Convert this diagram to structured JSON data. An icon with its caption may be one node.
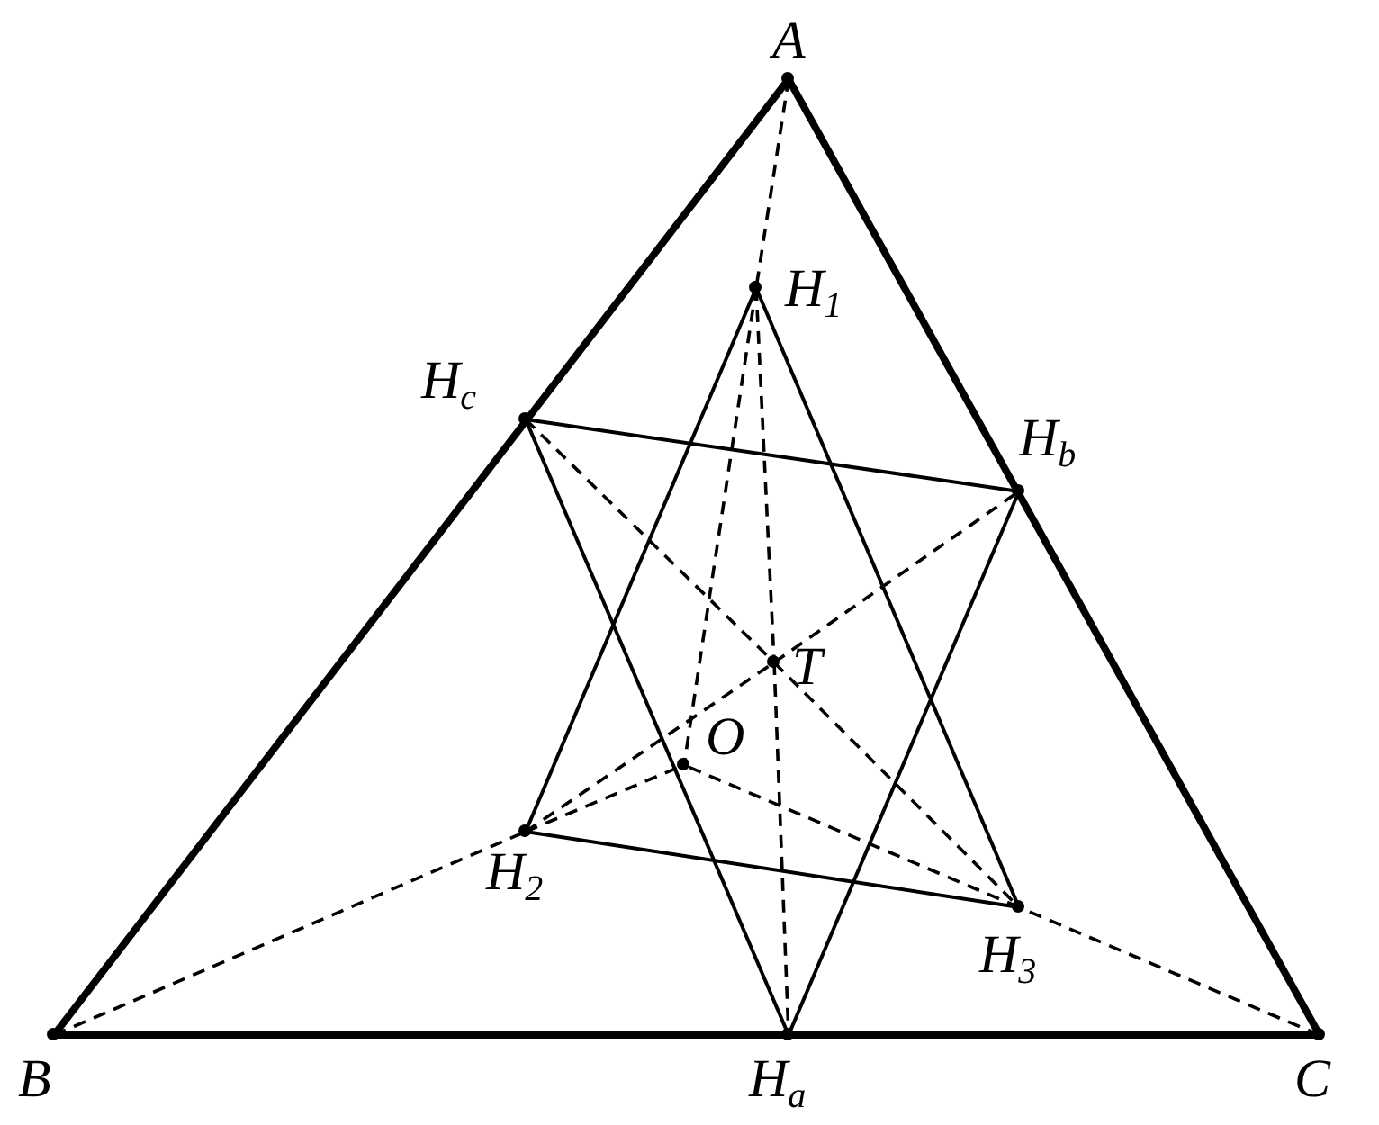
{
  "diagram": {
    "nodes": [
      {
        "text": [
          "A"
        ]
      },
      {
        "text": [
          "H$_{1}$"
        ]
      },
      {
        "text": [
          "H$_{c}$"
        ]
      },
      {
        "text": [
          "H$_{b}$"
        ]
      },
      {
        "text": [
          "T"
        ]
      },
      {
        "text": [
          "O"
        ]
      },
      {
        "text": [
          "H$_{2}$"
        ]
      },
      {
        "text": [
          "H$_{3}$"
        ]
      },
      {
        "text": [
          "B"
        ]
      },
      {
        "text": [
          "H$_{a}$"
        ]
      },
      {
        "text": [
          "C"
        ]
      }
    ],
    "edges": [
      {
        "from": 0,
        "to": 8,
        "arrow": "none",
        "style": "thick"
      },
      {
        "from": 8,
        "to": 9,
        "arrow": "none",
        "style": "thick"
      },
      {
        "from": 9,
        "to": 10,
        "arrow": "none",
        "style": "thick"
      },
      {
        "from": 10,
        "to": 0,
        "arrow": "none",
        "style": "thick"
      },
      {
        "from": 2,
        "to": 3,
        "arrow": "none"
      },
      {
        "from": 2,
        "to": 9,
        "arrow": "none"
      },
      {
        "from": 3,
        "to": 9,
        "arrow": "none"
      },
      {
        "from": 1,
        "to": 6,
        "arrow": "none"
      },
      {
        "from": 1,
        "to": 7,
        "arrow": "none"
      },
      {
        "from": 6,
        "to": 7,
        "arrow": "none"
      },
      {
        "from": 0,
        "to": 1,
        "arrow": "none",
        "style": "dashed"
      },
      {
        "from": 1,
        "to": 5,
        "arrow": "none",
        "style": "dashed"
      },
      {
        "from": 8,
        "to": 6,
        "arrow": "none",
        "style": "dashed"
      },
      {
        "from": 6,
        "to": 5,
        "arrow": "none",
        "style": "dashed"
      },
      {
        "from": 10,
        "to": 7,
        "arrow": "none",
        "style": "dashed"
      },
      {
        "from": 7,
        "to": 5,
        "arrow": "none",
        "style": "dashed"
      },
      {
        "from": 1,
        "to": 4,
        "arrow": "none",
        "style": "dashed"
      },
      {
        "from": 4,
        "to": 9,
        "arrow": "none",
        "style": "dashed"
      },
      {
        "from": 6,
        "to": 4,
        "arrow": "none",
        "style": "dashed"
      },
      {
        "from": 4,
        "to": 3,
        "arrow": "none",
        "style": "dashed"
      },
      {
        "from": 2,
        "to": 4,
        "arrow": "none",
        "style": "dashed"
      },
      {
        "from": 4,
        "to": 7,
        "arrow": "none",
        "style": "dashed"
      }
    ]
  }
}
